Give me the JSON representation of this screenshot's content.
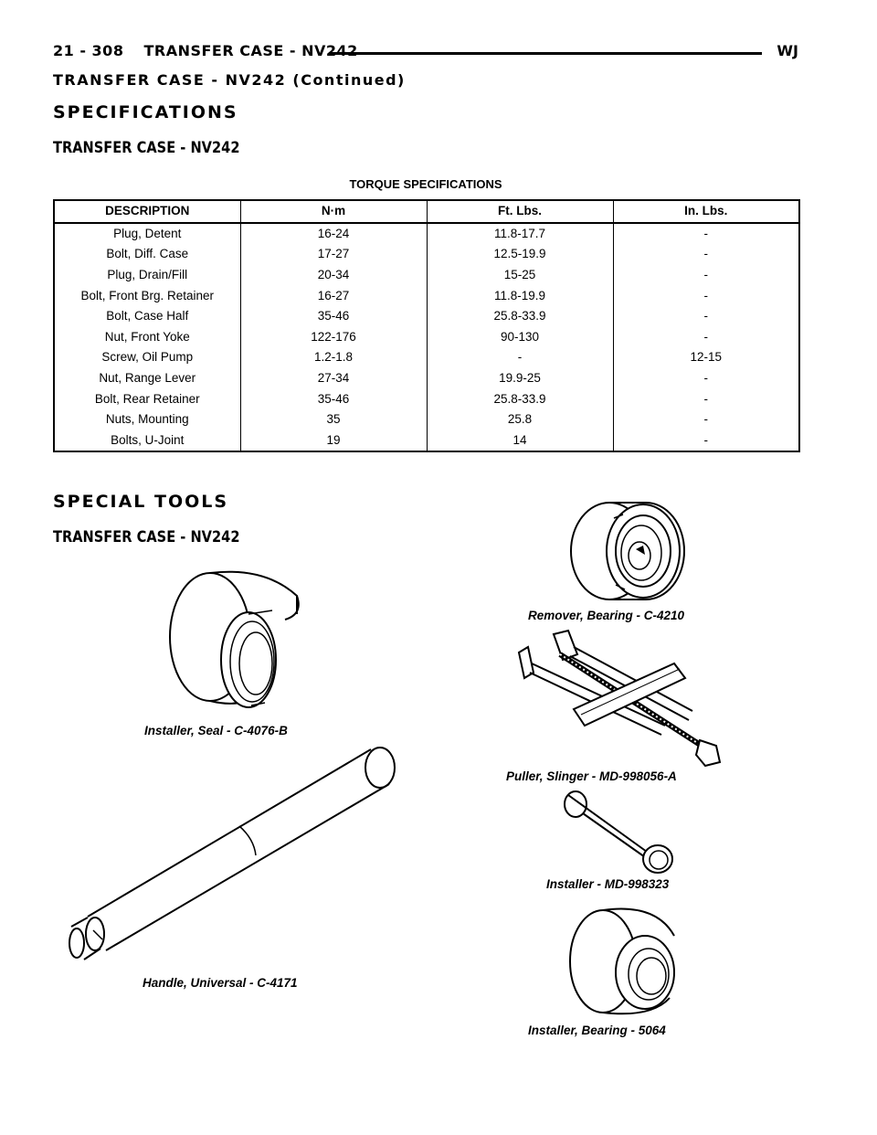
{
  "header": {
    "page_number": "21 - 308",
    "section_title": "TRANSFER CASE - NV242",
    "model_code": "WJ"
  },
  "continued_title": "TRANSFER CASE - NV242 (Continued)",
  "specifications": {
    "heading": "SPECIFICATIONS",
    "subheading": "TRANSFER CASE - NV242",
    "table_caption": "TORQUE SPECIFICATIONS",
    "columns": [
      "DESCRIPTION",
      "N·m",
      "Ft. Lbs.",
      "In. Lbs."
    ],
    "rows": [
      [
        "Plug, Detent",
        "16-24",
        "11.8-17.7",
        "-"
      ],
      [
        "Bolt, Diff. Case",
        "17-27",
        "12.5-19.9",
        "-"
      ],
      [
        "Plug, Drain/Fill",
        "20-34",
        "15-25",
        "-"
      ],
      [
        "Bolt, Front Brg. Retainer",
        "16-27",
        "11.8-19.9",
        "-"
      ],
      [
        "Bolt, Case Half",
        "35-46",
        "25.8-33.9",
        "-"
      ],
      [
        "Nut, Front Yoke",
        "122-176",
        "90-130",
        "-"
      ],
      [
        "Screw, Oil Pump",
        "1.2-1.8",
        "-",
        "12-15"
      ],
      [
        "Nut, Range Lever",
        "27-34",
        "19.9-25",
        "-"
      ],
      [
        "Bolt, Rear Retainer",
        "35-46",
        "25.8-33.9",
        "-"
      ],
      [
        "Nuts, Mounting",
        "35",
        "25.8",
        "-"
      ],
      [
        "Bolts, U-Joint",
        "19",
        "14",
        "-"
      ]
    ]
  },
  "special_tools": {
    "heading": "SPECIAL TOOLS",
    "subheading": "TRANSFER CASE - NV242",
    "tools": {
      "remover_bearing": "Remover, Bearing - C-4210",
      "installer_seal": "Installer, Seal - C-4076-B",
      "puller_slinger": "Puller, Slinger - MD-998056-A",
      "installer_md": "Installer - MD-998323",
      "handle_universal": "Handle, Universal - C-4171",
      "installer_bearing": "Installer, Bearing - 5064"
    }
  }
}
